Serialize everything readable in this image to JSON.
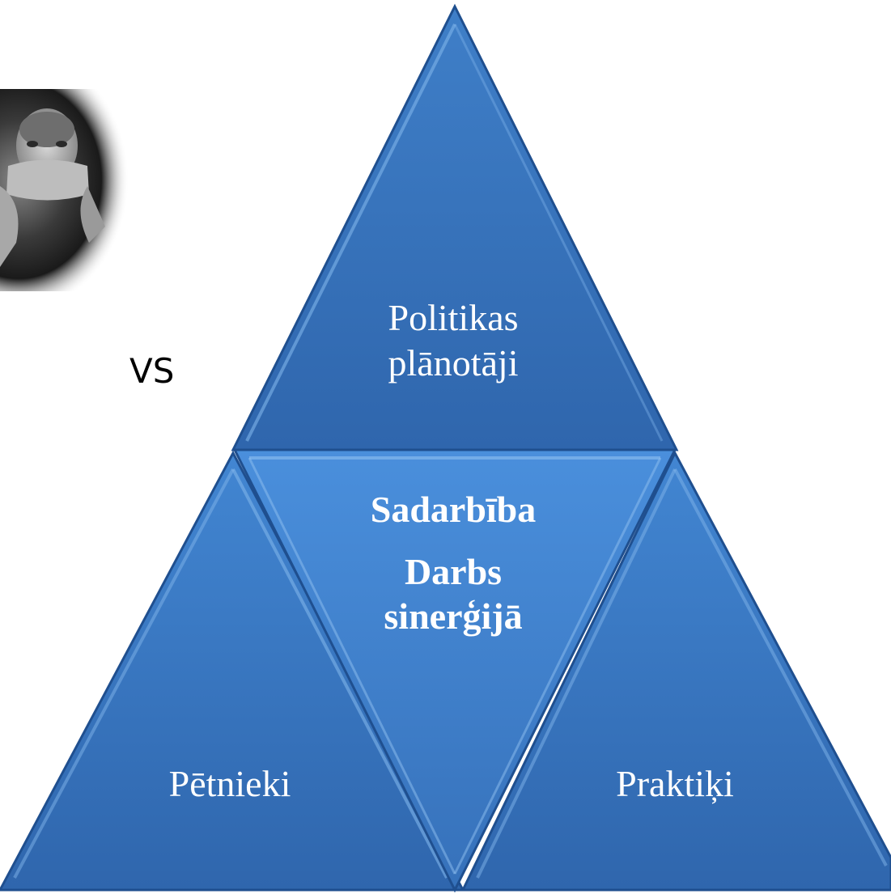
{
  "side_text": {
    "vs": "VS"
  },
  "photo": {
    "description_icon": "person-covering-mouth-photo"
  },
  "pyramid": {
    "top": {
      "line1": "Politikas",
      "line2": "plānotāji"
    },
    "center": {
      "line1": "Sadarbība",
      "line2": "Darbs",
      "line3": "sinerģijā"
    },
    "left": {
      "label": "Pētnieki"
    },
    "right": {
      "label": "Praktiķi"
    }
  },
  "colors": {
    "fill_light": "#4a8fd6",
    "fill_dark": "#2f64a8",
    "edge": "#1f4f8f",
    "highlight": "#7fb4ea",
    "text": "#ffffff"
  }
}
